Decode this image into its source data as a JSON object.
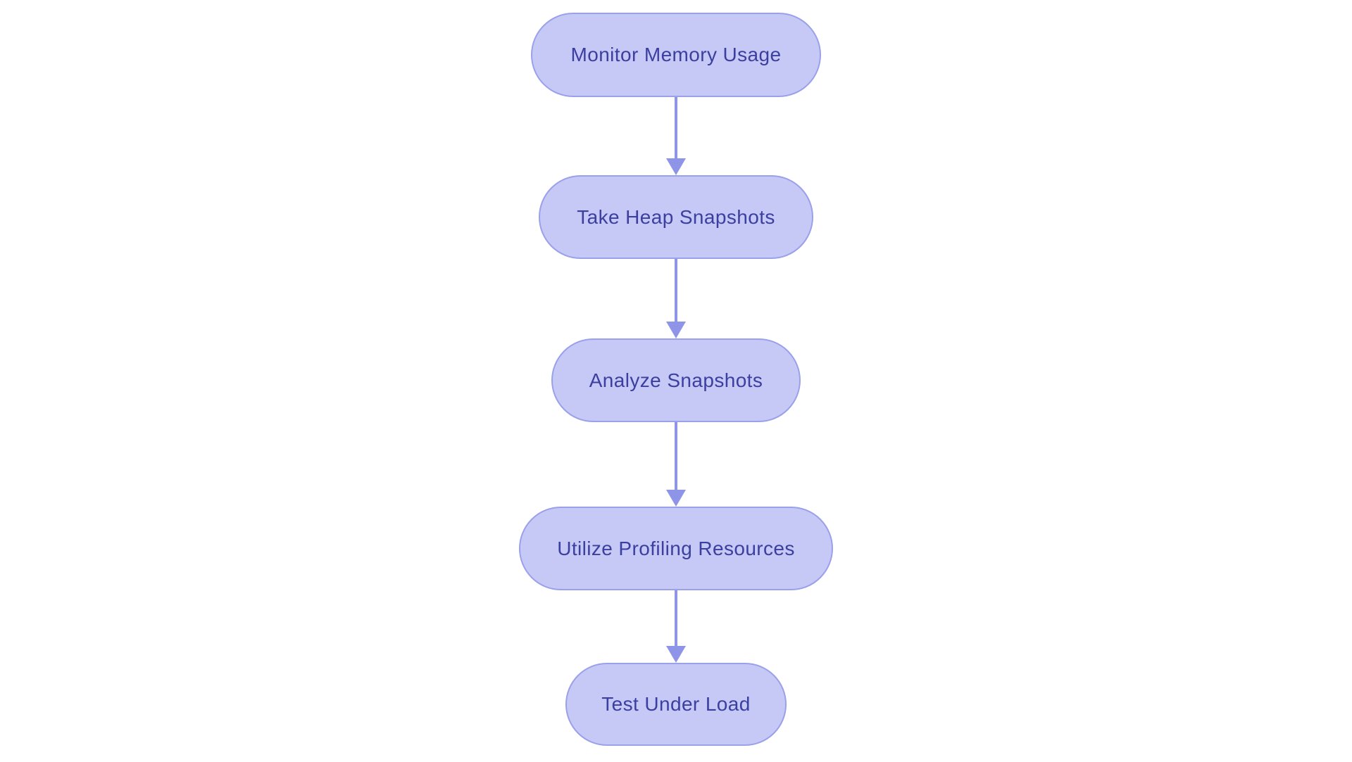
{
  "diagram": {
    "type": "flowchart",
    "direction": "top-down",
    "nodes": [
      {
        "id": "n1",
        "label": "Monitor Memory Usage"
      },
      {
        "id": "n2",
        "label": "Take Heap Snapshots"
      },
      {
        "id": "n3",
        "label": "Analyze Snapshots"
      },
      {
        "id": "n4",
        "label": "Utilize Profiling Resources"
      },
      {
        "id": "n5",
        "label": "Test Under Load"
      }
    ],
    "edges": [
      {
        "from": "n1",
        "to": "n2"
      },
      {
        "from": "n2",
        "to": "n3"
      },
      {
        "from": "n3",
        "to": "n4"
      },
      {
        "from": "n4",
        "to": "n5"
      }
    ],
    "colors": {
      "background": "#ffffff",
      "node_fill": "#c6c9f6",
      "node_border": "#9aa0ea",
      "node_text": "#3b3fa0",
      "arrow": "#8e94e8"
    }
  }
}
